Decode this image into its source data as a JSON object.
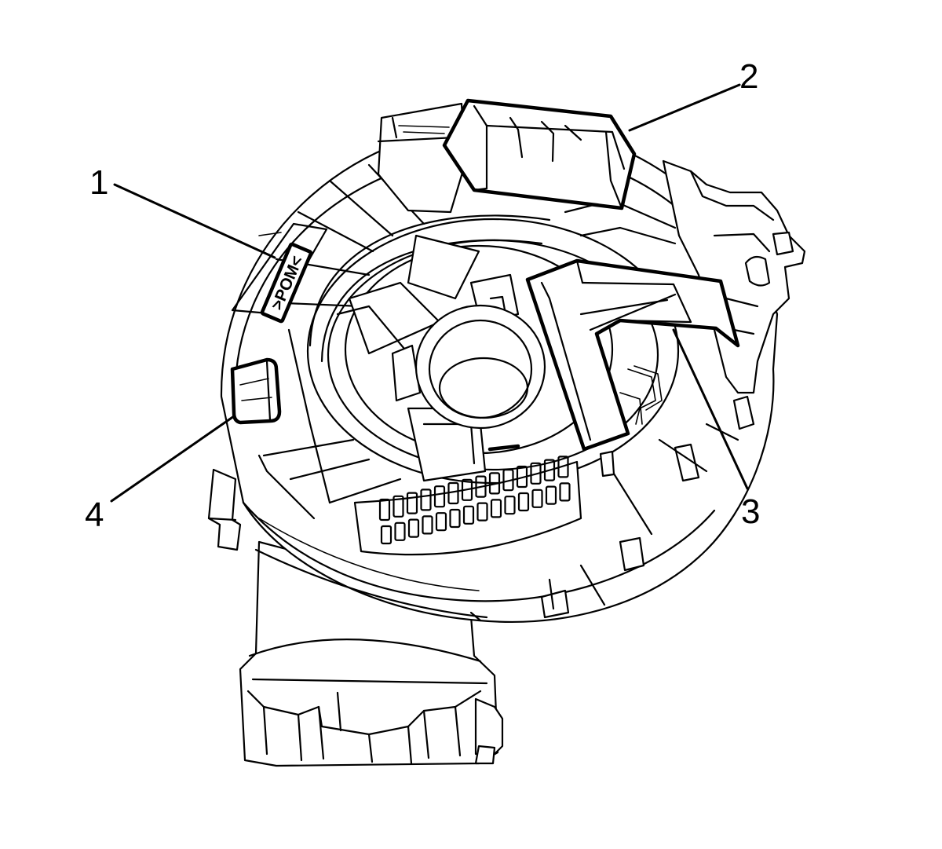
{
  "figure": {
    "material_marking": ">POM<",
    "callouts": [
      {
        "id": "1",
        "label": "1"
      },
      {
        "id": "2",
        "label": "2"
      },
      {
        "id": "3",
        "label": "3"
      },
      {
        "id": "4",
        "label": "4"
      }
    ]
  }
}
